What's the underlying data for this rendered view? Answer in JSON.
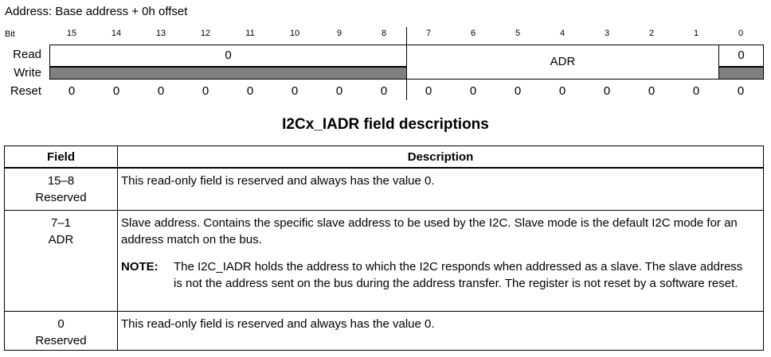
{
  "register": {
    "address_label": "Address: Base address + 0h offset",
    "bit_label": "Bit",
    "read_label": "Read",
    "write_label": "Write",
    "reset_label": "Reset",
    "bits": [
      "15",
      "14",
      "13",
      "12",
      "11",
      "10",
      "9",
      "8",
      "7",
      "6",
      "5",
      "4",
      "3",
      "2",
      "1",
      "0"
    ],
    "read_fields": {
      "upper": "0",
      "adr": "ADR",
      "bit0": "0"
    },
    "reset_values": [
      "0",
      "0",
      "0",
      "0",
      "0",
      "0",
      "0",
      "0",
      "0",
      "0",
      "0",
      "0",
      "0",
      "0",
      "0",
      "0"
    ],
    "colors": {
      "write_only_reserved": "#808080"
    }
  },
  "table": {
    "title": "I2Cx_IADR field descriptions",
    "col_field": "Field",
    "col_description": "Description",
    "rows": [
      {
        "bits": "15–8",
        "name": "Reserved",
        "description": "This read-only field is reserved and always has the value 0."
      },
      {
        "bits": "7–1",
        "name": "ADR",
        "description": "Slave address. Contains the specific slave address to be used by the I2C. Slave mode is the default I2C mode for an address match on the bus.",
        "note_label": "NOTE:",
        "note_text": "The I2C_IADR holds the address to which the I2C responds when addressed as a slave. The slave address is not the address sent on the bus during the address transfer. The register is not reset by a software reset."
      },
      {
        "bits": "0",
        "name": "Reserved",
        "description": "This read-only field is reserved and always has the value 0."
      }
    ]
  }
}
